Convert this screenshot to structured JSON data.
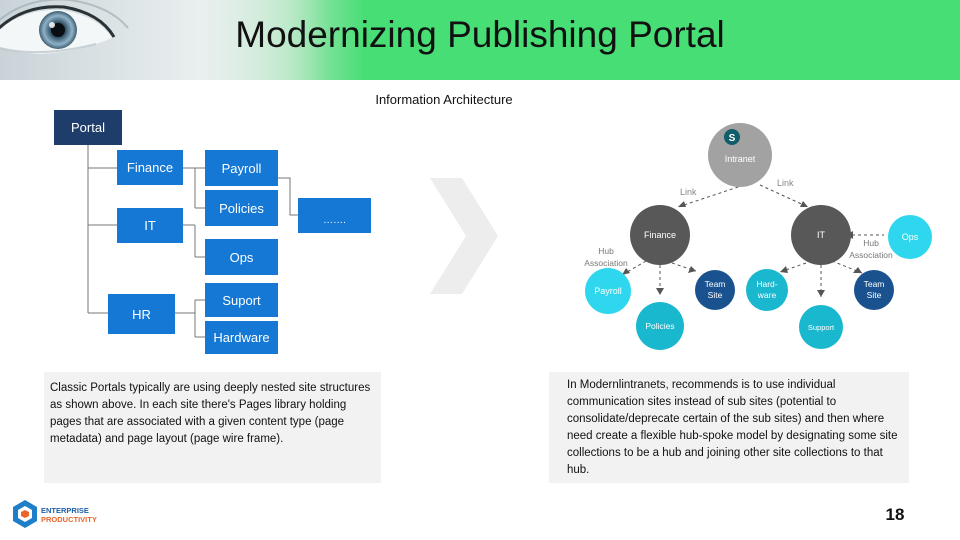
{
  "header": {
    "title": "Modernizing Publishing Portal"
  },
  "subtitle": "Information Architecture",
  "tree": {
    "portal": "Portal",
    "finance": "Finance",
    "it": "IT",
    "hr": "HR",
    "payroll": "Payroll",
    "policies": "Policies",
    "ops": "Ops",
    "suport": "Suport",
    "hardware": "Hardware",
    "more": "……."
  },
  "hub": {
    "intranet": "Intranet",
    "sp_badge": "S",
    "finance": "Finance",
    "it": "IT",
    "ops": "Ops",
    "payroll": "Payroll",
    "policies": "Policies",
    "team_site_1": [
      "Team",
      "Site"
    ],
    "hardware": [
      "Hard-",
      "ware"
    ],
    "team_site_2": [
      "Team",
      "Site"
    ],
    "support": "Support",
    "link_left": "Link",
    "link_right": "Link",
    "hub_assoc_left": [
      "Hub",
      "Association"
    ],
    "hub_assoc_right": [
      "Hub",
      "Association"
    ]
  },
  "panels": {
    "left": "Classic Portals typically are using deeply nested site structures as shown above. In each site there's Pages library holding pages that are associated with a given content type (page metadata) and page layout (page wire frame).",
    "right": "In Modernlintranets, recommends is to use individual communication sites instead of sub sites (potential to consolidate/deprecate certain of the sub sites) and then where need create a flexible hub-spoke model by designating some site collections to be a hub and joining other site collections to that hub."
  },
  "page_number": "18",
  "logo": {
    "line1": "ENTERPRISE",
    "line2": "PRODUCTIVITY"
  },
  "colors": {
    "header_green": "#48de76",
    "tree_dark": "#1e3d6b",
    "tree_blue": "#1478d4",
    "hub_gray": "#5a5a5a",
    "hub_teal": "#1ab8cf",
    "hub_cyan": "#2fd7ee",
    "hub_navy": "#1a5290"
  }
}
